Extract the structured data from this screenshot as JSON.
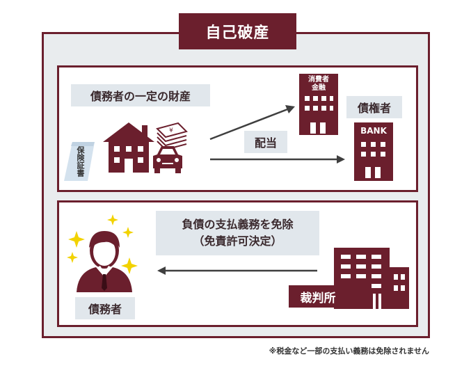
{
  "title": "自己破産",
  "top_panel": {
    "property_label": "債務者の一定の財産",
    "insurance_label": "保険証書",
    "creditor_label": "債権者",
    "dividend_label": "配当",
    "consumer_finance_label_line1": "消費者",
    "consumer_finance_label_line2": "金融",
    "bank_label": "BANK"
  },
  "bottom_panel": {
    "exemption_line1": "負債の支払義務を免除",
    "exemption_line2": "（免責許可決定）",
    "debtor_label": "債務者",
    "court_label": "裁判所"
  },
  "footnote": "※税金など一部の支払い義務は免除されません",
  "colors": {
    "brand": "#6b1f2d",
    "panel_bg": "#e9ecee",
    "label_bg": "#e1e7ec",
    "arrow": "#3f3f3f",
    "sparkle": "#f2d200"
  }
}
